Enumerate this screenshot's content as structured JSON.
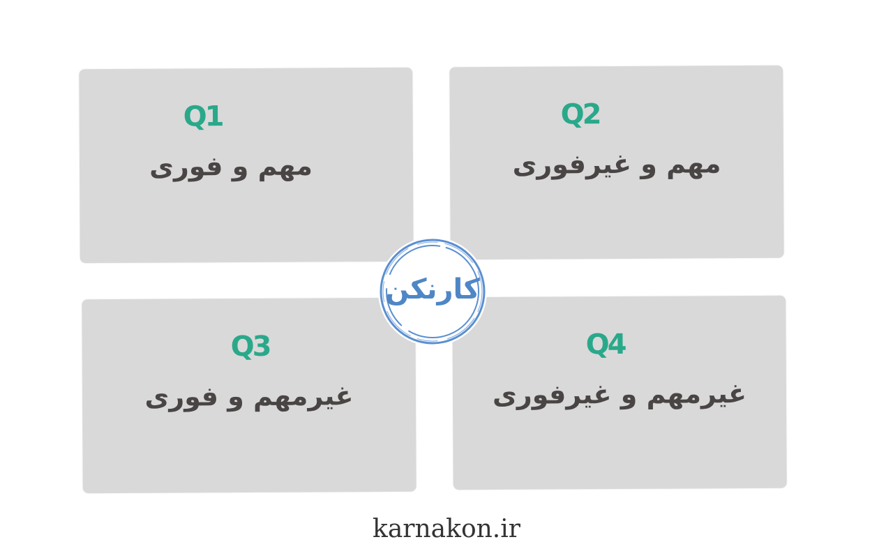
{
  "quadrants": [
    {
      "code": "Q1",
      "label": "مهم و فوری"
    },
    {
      "code": "Q2",
      "label": "مهم و غیرفوری"
    },
    {
      "code": "Q3",
      "label": "غیرمهم و فوری"
    },
    {
      "code": "Q4",
      "label": "غیرمهم و غیرفوری"
    }
  ],
  "logo": {
    "text": "کارنکن"
  },
  "footer": {
    "site": "karnakon.ir"
  },
  "colors": {
    "card_bg": "#d9d9d9",
    "code": "#2aa88a",
    "label": "#4a4545",
    "logo": "#4f86c6"
  }
}
